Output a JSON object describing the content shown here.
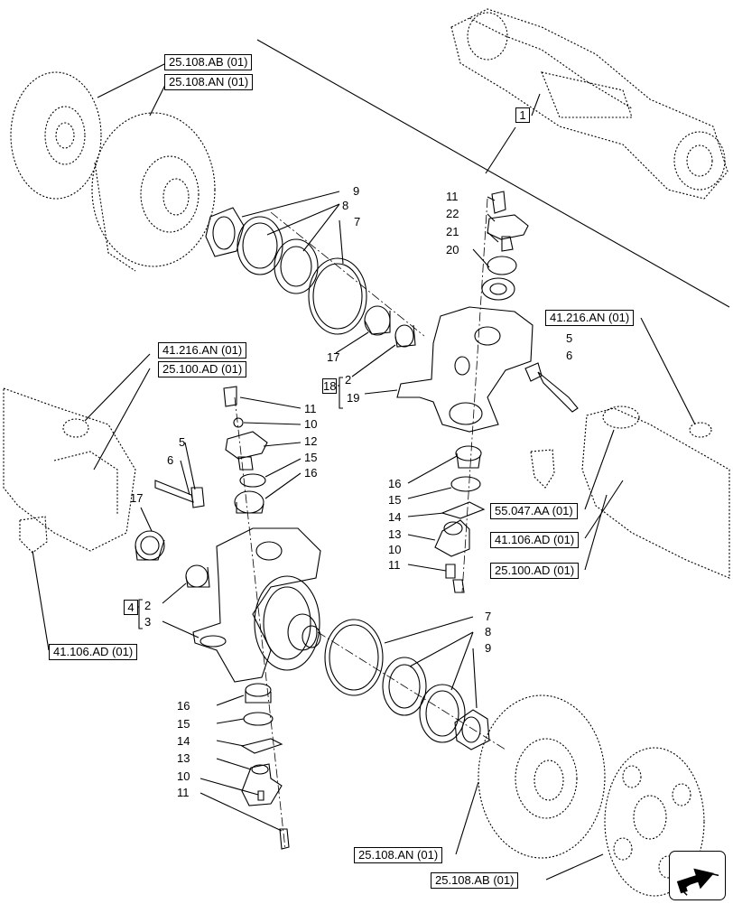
{
  "references": {
    "r1": "25.108.AB (01)",
    "r2": "25.108.AN (01)",
    "r3": "41.216.AN (01)",
    "r4": "41.216.AN (01)",
    "r5": "25.100.AD (01)",
    "r6": "55.047.AA (01)",
    "r7": "41.106.AD (01)",
    "r8": "25.100.AD (01)",
    "r9": "41.106.AD (01)",
    "r10": "25.108.AN (01)",
    "r11": "25.108.AB (01)"
  },
  "group_labels": {
    "g1": "1",
    "g18": "18",
    "g4": "4"
  },
  "callouts": {
    "c9a": "9",
    "c8a": "8",
    "c7a": "7",
    "c11a": "11",
    "c22": "22",
    "c21": "21",
    "c20": "20",
    "c17a": "17",
    "c2a": "2",
    "c19": "19",
    "c5a": "5",
    "c6a": "6",
    "c11b": "11",
    "c10b": "10",
    "c12": "12",
    "c15b": "15",
    "c16b": "16",
    "c5b": "5",
    "c6b": "6",
    "c17b": "17",
    "c16a": "16",
    "c15a": "15",
    "c14a": "14",
    "c13a": "13",
    "c10a": "10",
    "c11c": "11",
    "c2b": "2",
    "c3": "3",
    "c7b": "7",
    "c8b": "8",
    "c9b": "9",
    "c16c": "16",
    "c15c": "15",
    "c14c": "14",
    "c13c": "13",
    "c10c": "10",
    "c11d": "11"
  },
  "icons": {
    "nav": "next-page-arrow-icon"
  }
}
